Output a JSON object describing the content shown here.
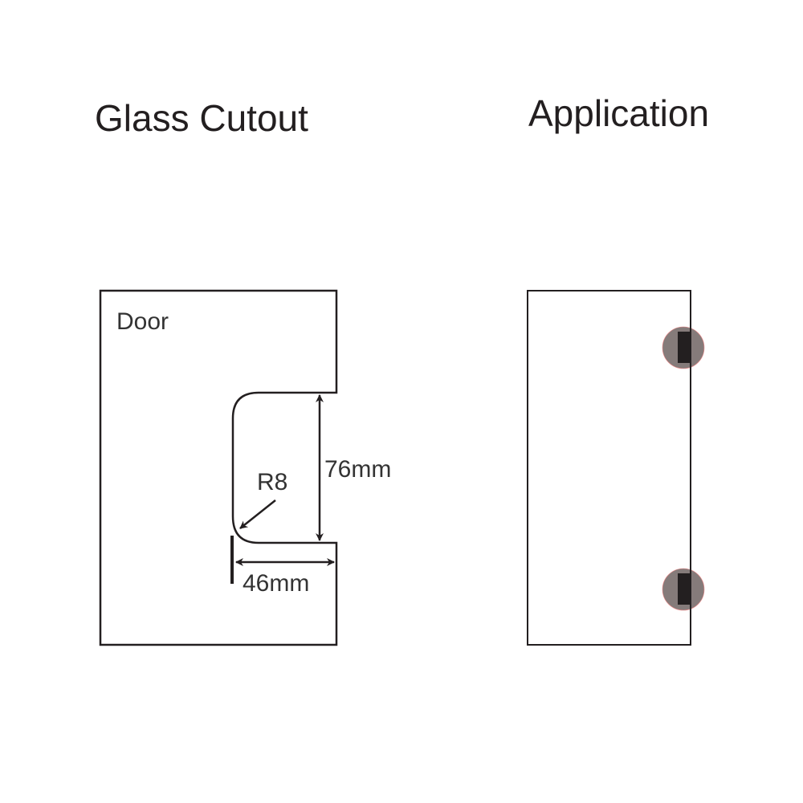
{
  "titles": {
    "left": "Glass Cutout",
    "right": "Application"
  },
  "cutout": {
    "door_label": "Door",
    "height_label": "76mm",
    "width_label": "46mm",
    "radius_label": "R8"
  },
  "colors": {
    "line": "#231f20",
    "hinge_disc": "#857b7a",
    "hinge_plate": "#231f20"
  }
}
